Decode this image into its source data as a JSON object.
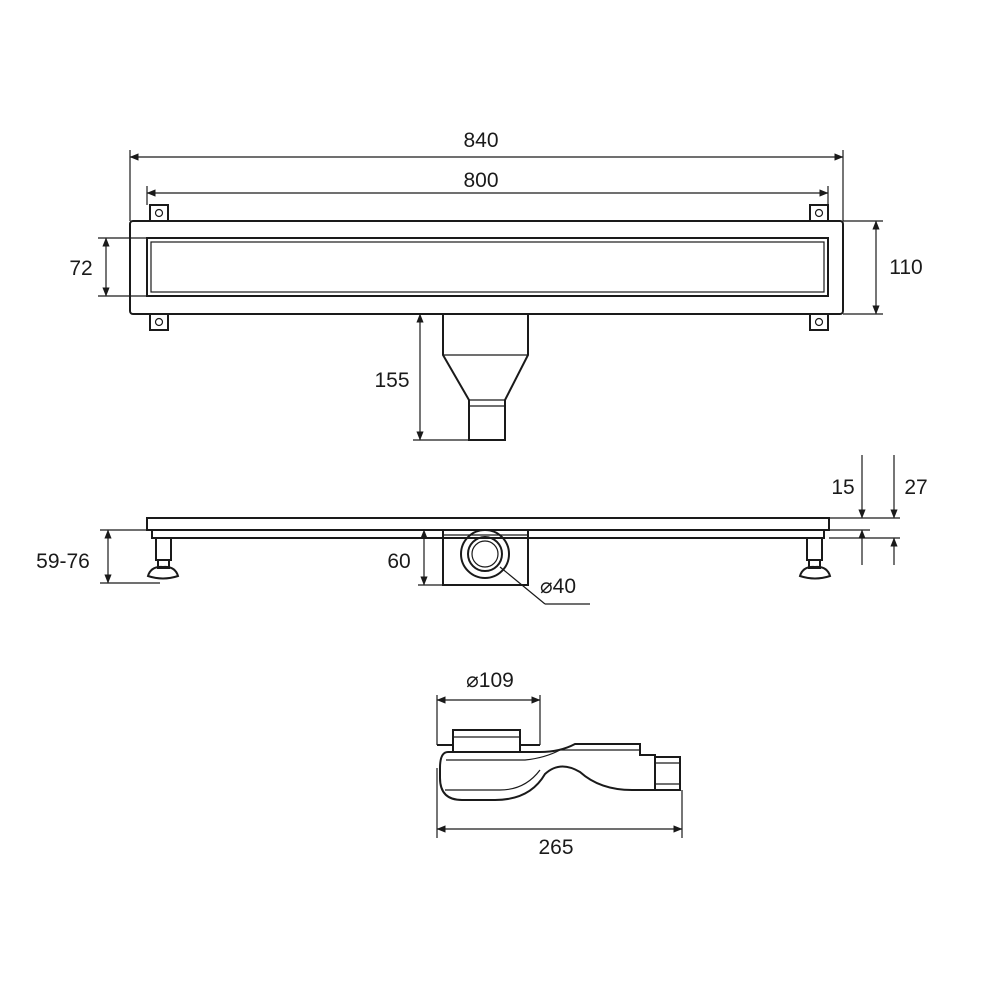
{
  "top_view": {
    "overall_length": "840",
    "channel_length": "800",
    "inner_width": "72",
    "outer_width": "110",
    "outlet_depth": "155"
  },
  "side_view": {
    "frame_thickness": "15",
    "total_frame_height": "27",
    "foot_height_range": "59-76",
    "outlet_height": "60",
    "outlet_diameter": "⌀40"
  },
  "siphon_view": {
    "siphon_diameter": "⌀109",
    "siphon_length": "265"
  }
}
